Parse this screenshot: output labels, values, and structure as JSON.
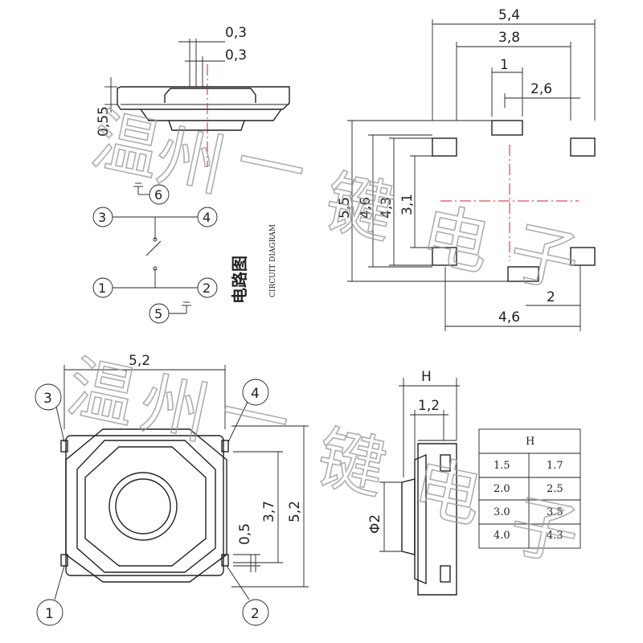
{
  "watermark": "温州一键电子",
  "side_view": {
    "dims": [
      "0,3",
      "0,3",
      "0,55"
    ]
  },
  "footprint": {
    "dims_top": [
      "5,4",
      "3,8",
      "1",
      "2,6"
    ],
    "dims_left": [
      "5,5",
      "4,6",
      "4,3",
      "3,1"
    ],
    "dims_bottom": [
      "2",
      "4,6"
    ]
  },
  "circuit": {
    "title_cn": "电路图",
    "title_en": "CIRCUIT DIAGRAM",
    "pins": [
      "1",
      "2",
      "3",
      "4",
      "5",
      "6"
    ]
  },
  "top_view": {
    "dims": [
      "5,2",
      "3,7",
      "5,2",
      "0,5"
    ],
    "pins": [
      "3",
      "4",
      "1",
      "2"
    ]
  },
  "height_view": {
    "dims": [
      "H",
      "1,2",
      "Φ2"
    ]
  },
  "height_table": {
    "header": "H",
    "rows": [
      [
        "1.5",
        "1.7"
      ],
      [
        "2.0",
        "2.5"
      ],
      [
        "3.0",
        "3.5"
      ],
      [
        "4.0",
        "4.3"
      ]
    ]
  }
}
